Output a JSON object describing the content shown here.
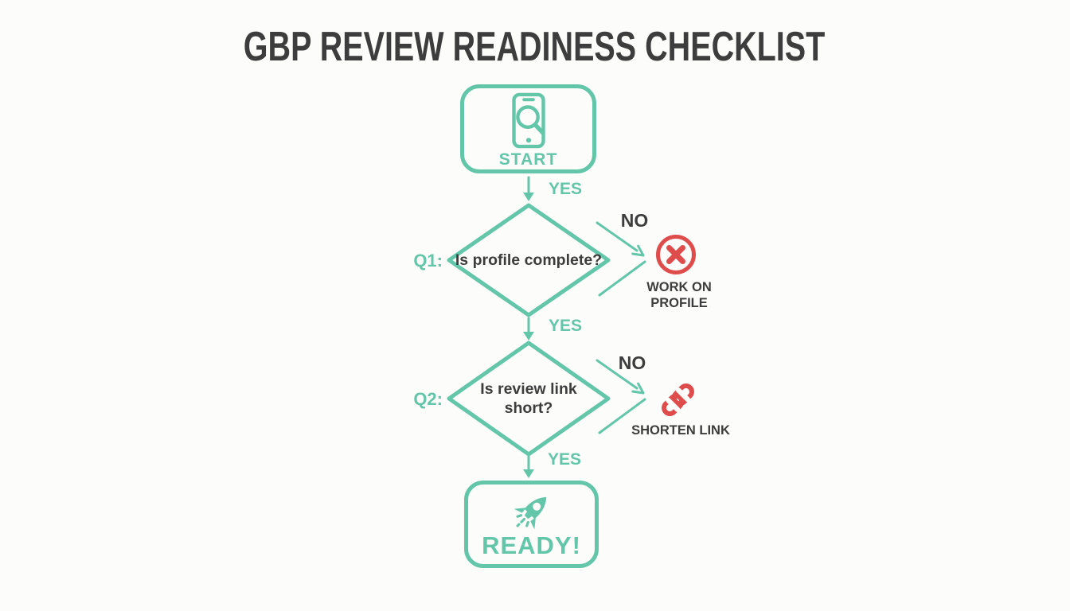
{
  "title": "GBP REVIEW READINESS CHECKLIST",
  "colors": {
    "teal": "#63c6a8",
    "red": "#de4c4c",
    "text_dark": "#3d3d3d",
    "background": "#fcfcfb"
  },
  "nodes": {
    "start": {
      "label": "START",
      "icon": "phone-search-icon"
    },
    "q1": {
      "id": "Q1:",
      "question": "Is profile complete?"
    },
    "q2": {
      "id": "Q2:",
      "question": "Is review link short?"
    },
    "work_on_profile": {
      "label": "WORK ON PROFILE",
      "icon": "x-circle-icon"
    },
    "shorten_link": {
      "label": "SHORTEN LINK",
      "icon": "broken-link-icon"
    },
    "ready": {
      "label": "READY!",
      "icon": "rocket-icon"
    }
  },
  "edges": {
    "start_yes": "YES",
    "q1_no": "NO",
    "q1_yes": "YES",
    "q2_no": "NO",
    "q2_yes": "YES"
  }
}
